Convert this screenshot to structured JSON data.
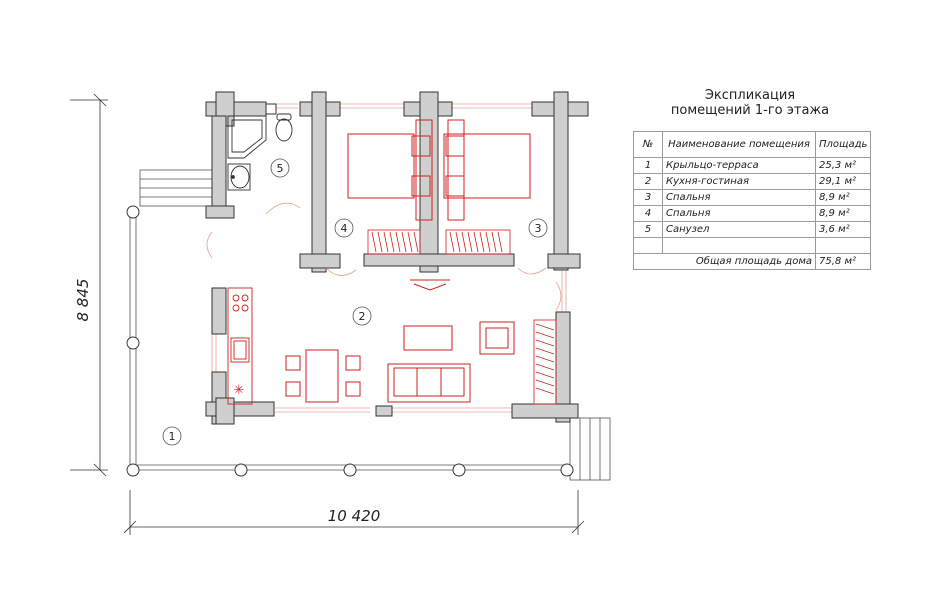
{
  "explication": {
    "title_line1": "Экспликация",
    "title_line2": "помещений 1-го этажа",
    "headers": [
      "№",
      "Наименование помещения",
      "Площадь"
    ],
    "rows": [
      {
        "num": "1",
        "name": "Крыльцо-терраса",
        "area": "25,3 м²"
      },
      {
        "num": "2",
        "name": "Кухня-гостиная",
        "area": "29,1 м²"
      },
      {
        "num": "3",
        "name": "Спальня",
        "area": "8,9 м²"
      },
      {
        "num": "4",
        "name": "Спальня",
        "area": "8,9 м²"
      },
      {
        "num": "5",
        "name": "Санузел",
        "area": "3,6 м²"
      }
    ],
    "total_label": "Общая площадь дома",
    "total_value": "75,8 м²"
  },
  "dimensions": {
    "width": "10 420",
    "height": "8 845"
  },
  "room_markers": [
    "1",
    "2",
    "3",
    "4",
    "5"
  ],
  "colors": {
    "wall_fill": "#cfcfcf",
    "wall_stroke": "#333333",
    "furniture": "#cc2222",
    "window": "#e8a090"
  }
}
